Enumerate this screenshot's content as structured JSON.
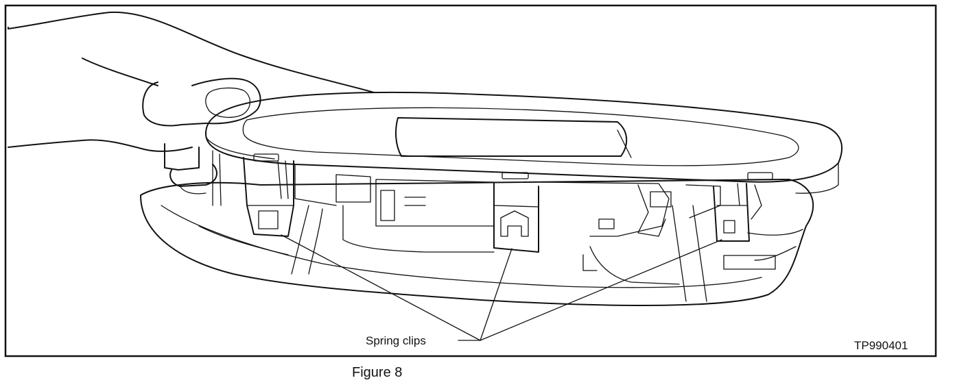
{
  "figure": {
    "callout_label": "Spring clips",
    "part_number": "TP990401",
    "caption": "Figure 8"
  }
}
